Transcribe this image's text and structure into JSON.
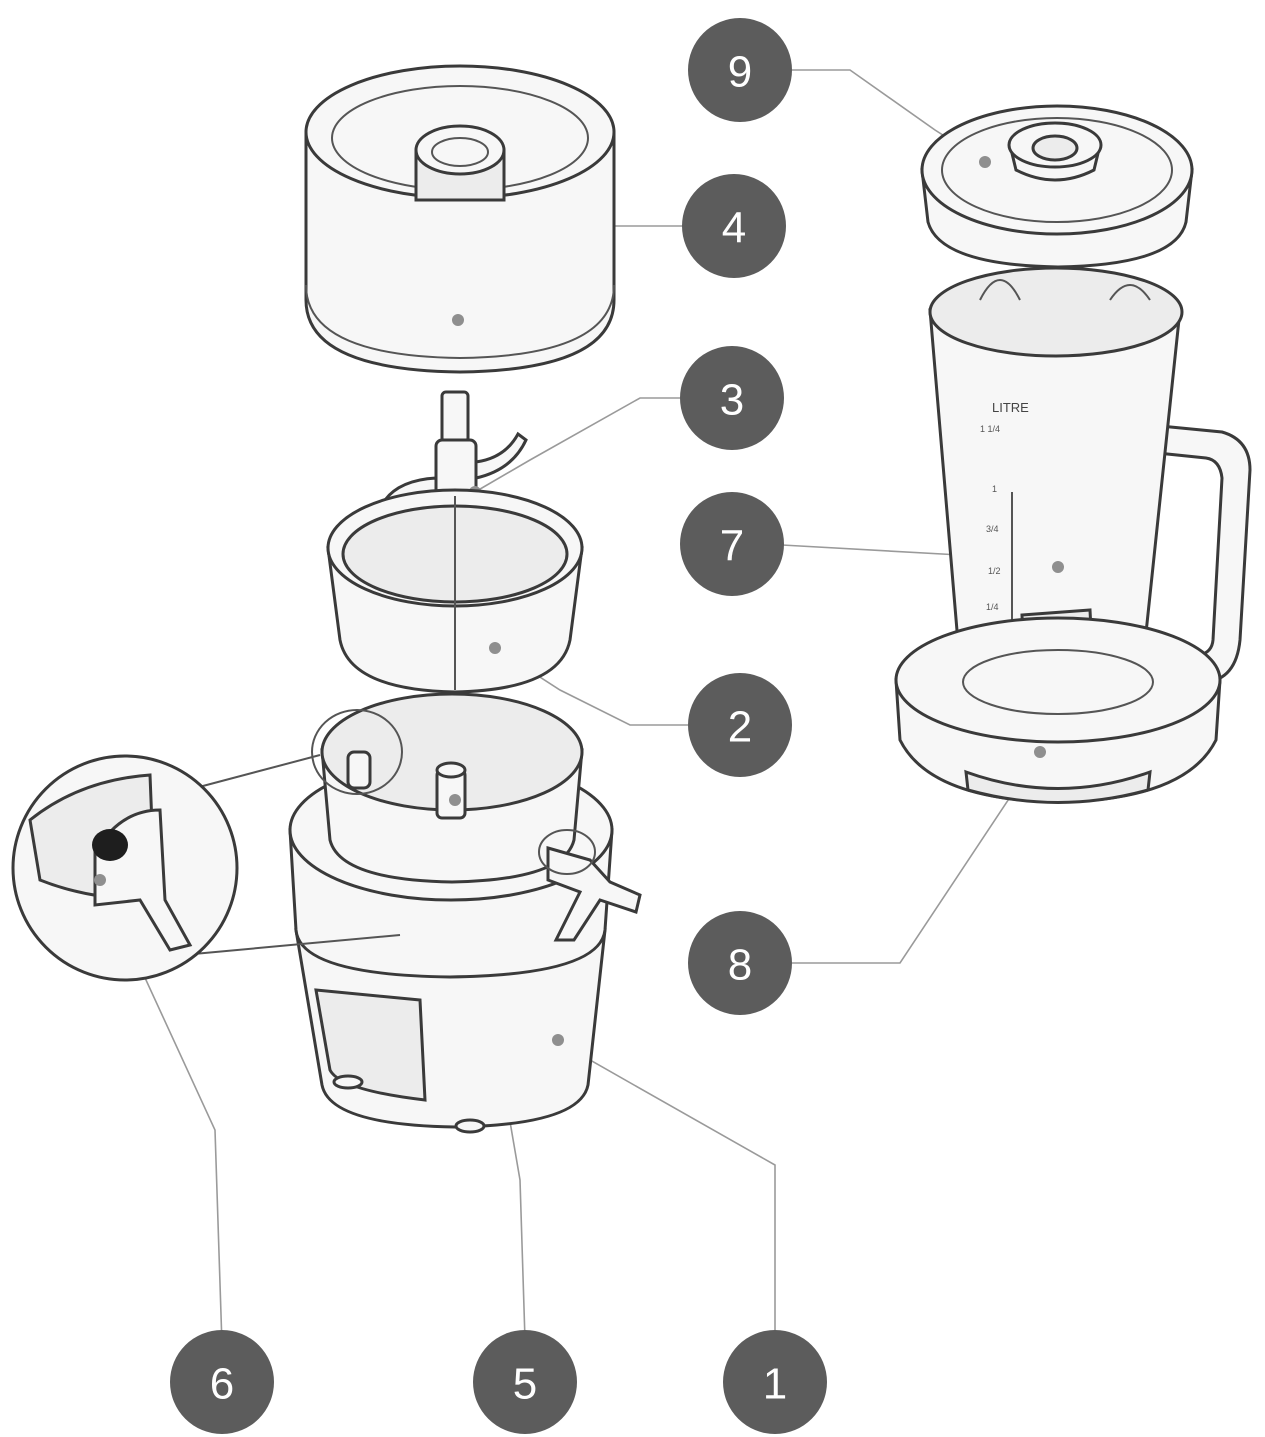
{
  "callouts": [
    {
      "number": "9",
      "part": "jug-lid"
    },
    {
      "number": "4",
      "part": "chopper-lid"
    },
    {
      "number": "3",
      "part": "chopper-blade"
    },
    {
      "number": "7",
      "part": "blender-jug"
    },
    {
      "number": "2",
      "part": "chopper-bowl"
    },
    {
      "number": "8",
      "part": "jug-base"
    },
    {
      "number": "6",
      "part": "safety-interlock"
    },
    {
      "number": "5",
      "part": "drive-shaft"
    },
    {
      "number": "1",
      "part": "motor-unit"
    }
  ],
  "jug_label": "LITRE",
  "jug_scale": [
    "1 1/4",
    "1",
    "3/4",
    "1/2",
    "1/4"
  ]
}
